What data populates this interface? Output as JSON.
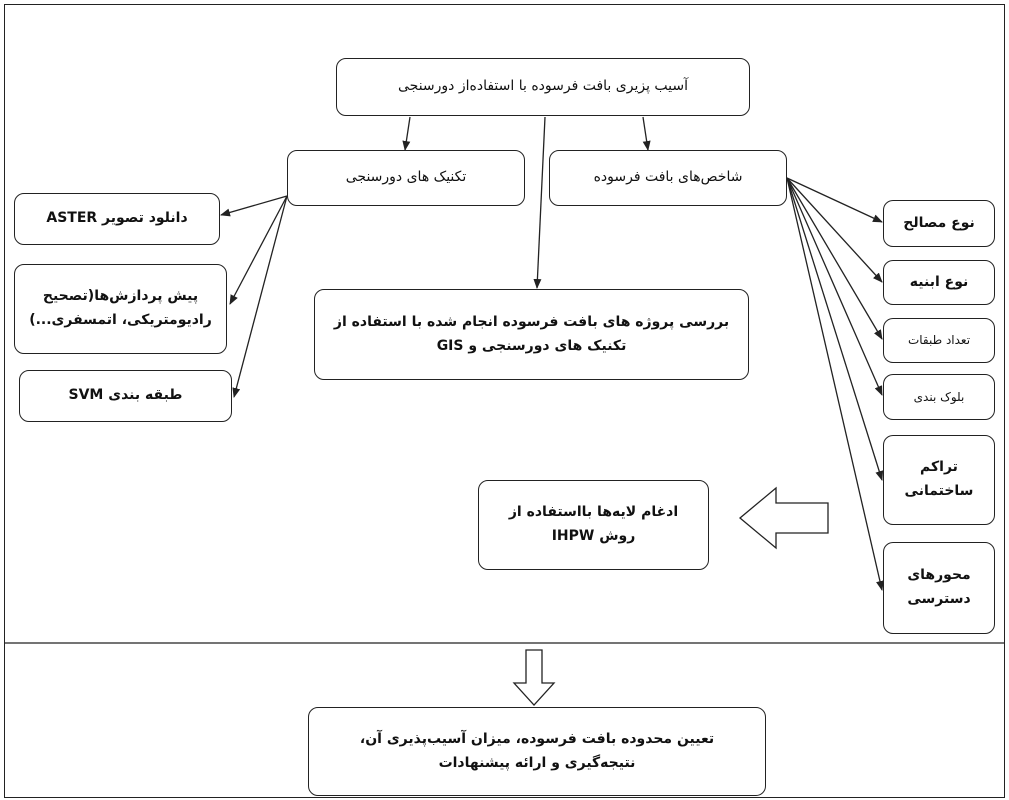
{
  "root": "آسیب پزیری بافت فرسوده با استفاده‌از دورسنجی",
  "techniques": "تکنیک های دورسنجی",
  "indicators": "شاخص‌های بافت فرسوده",
  "download": "دانلود تصویر ASTER",
  "preprocess": "پیش پردازش‌ها(تصحیح\nرادیومتریکی، اتمسفری...)",
  "svm": "طبقه بندی SVM",
  "review": "بررسی پروژه های بافت فرسوده انجام شده با استفاده از\nتکنیک های دورسنجی و GIS",
  "merge": "ادغام لایه‌ها بااستفاده از\nروش IHPW",
  "materials": "نوع مصالح",
  "building_type": "نوع ابنیه",
  "floors": "تعداد طبقات",
  "blocks": "بلوک بندی",
  "density": "تراکم\nساختمانی",
  "access": "محورهای\nدسترسی",
  "final": "تعیین محدوده بافت فرسوده، میزان آسیب‌پذیری آن،\nنتیجه‌گیری و ارائه پیشنهادات"
}
